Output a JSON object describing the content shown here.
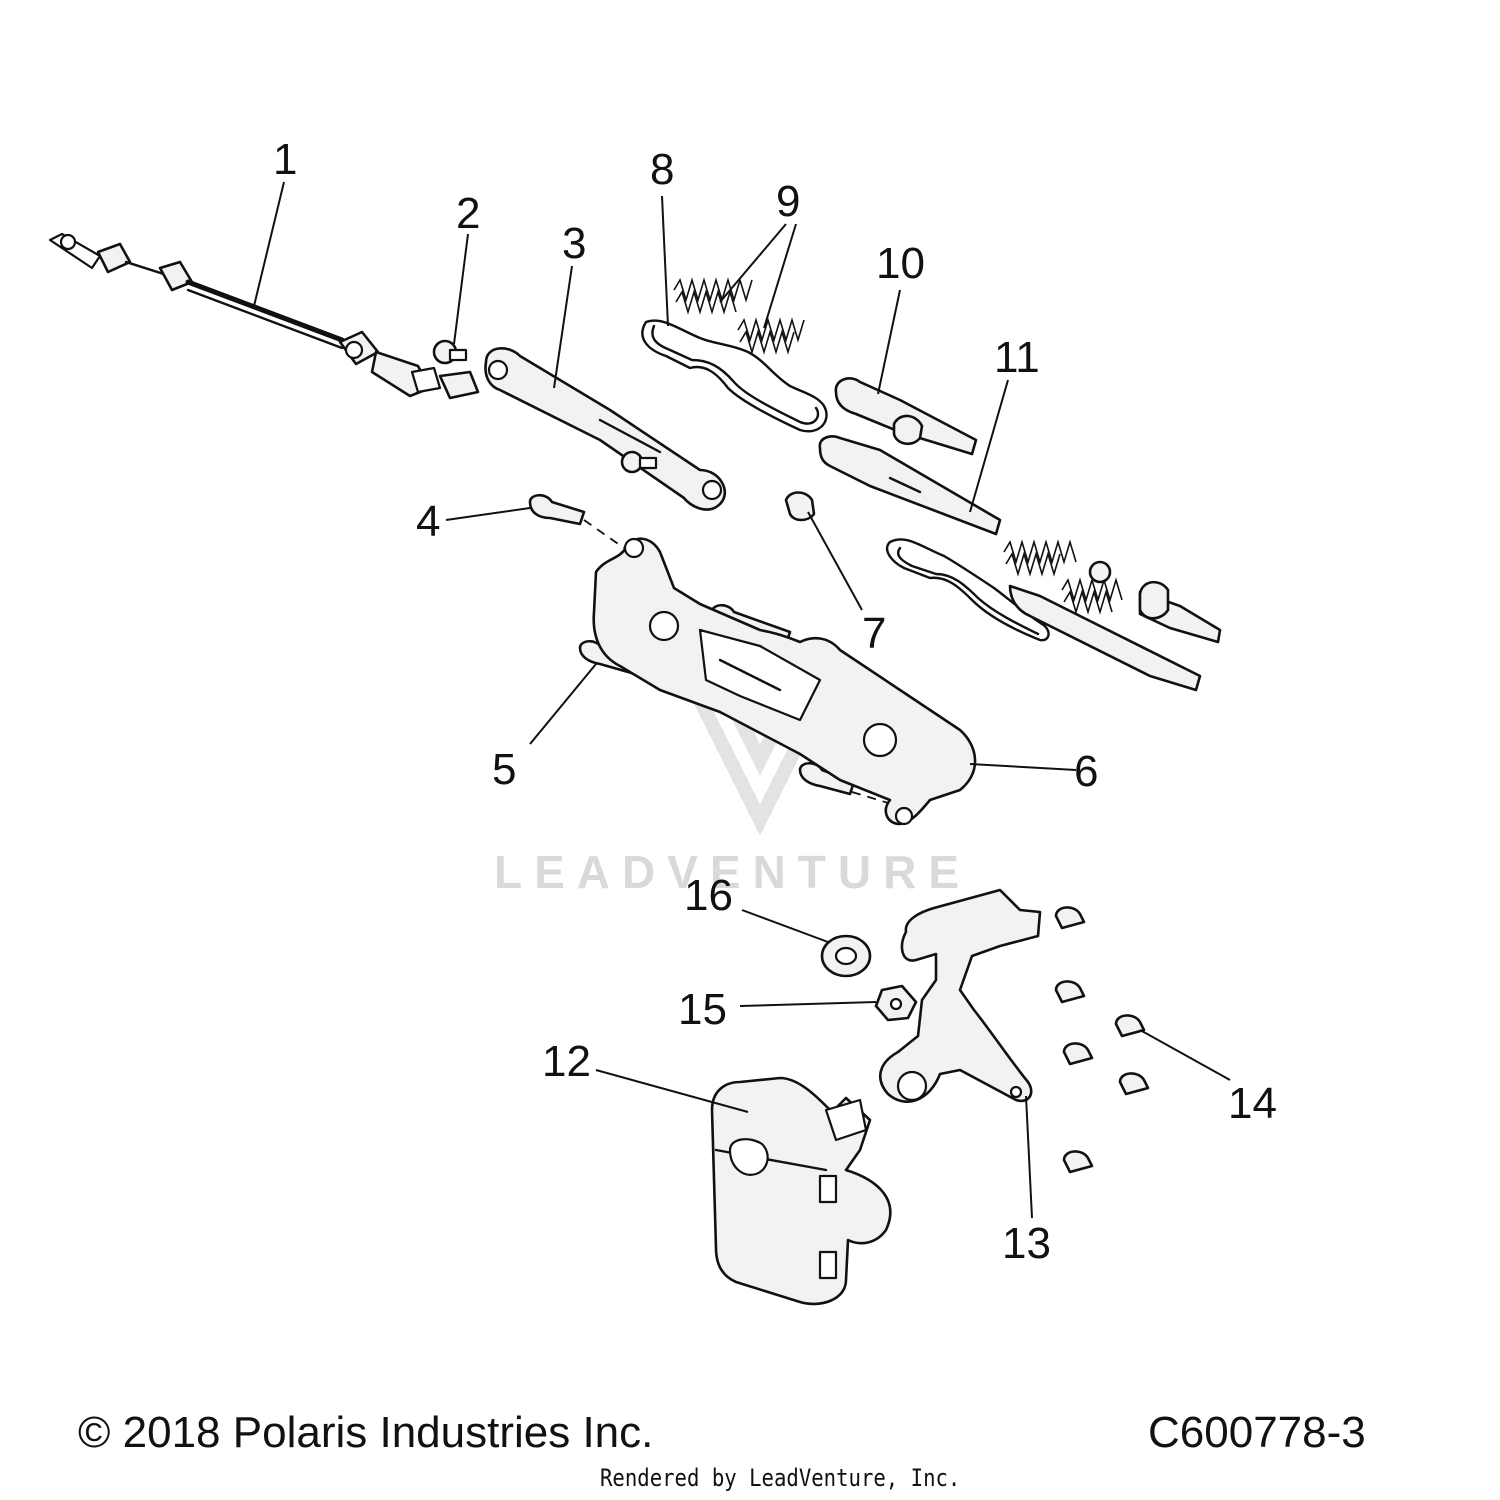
{
  "diagram": {
    "callouts": [
      "1",
      "2",
      "3",
      "4",
      "5",
      "6",
      "7",
      "8",
      "9",
      "10",
      "11",
      "12",
      "13",
      "14",
      "15",
      "16"
    ]
  },
  "watermark": {
    "text": "LEADVENTURE"
  },
  "footer": {
    "copyright": "© 2018 Polaris Industries Inc.",
    "drawing_code": "C600778-3",
    "rendered_by": "Rendered by LeadVenture, Inc."
  }
}
